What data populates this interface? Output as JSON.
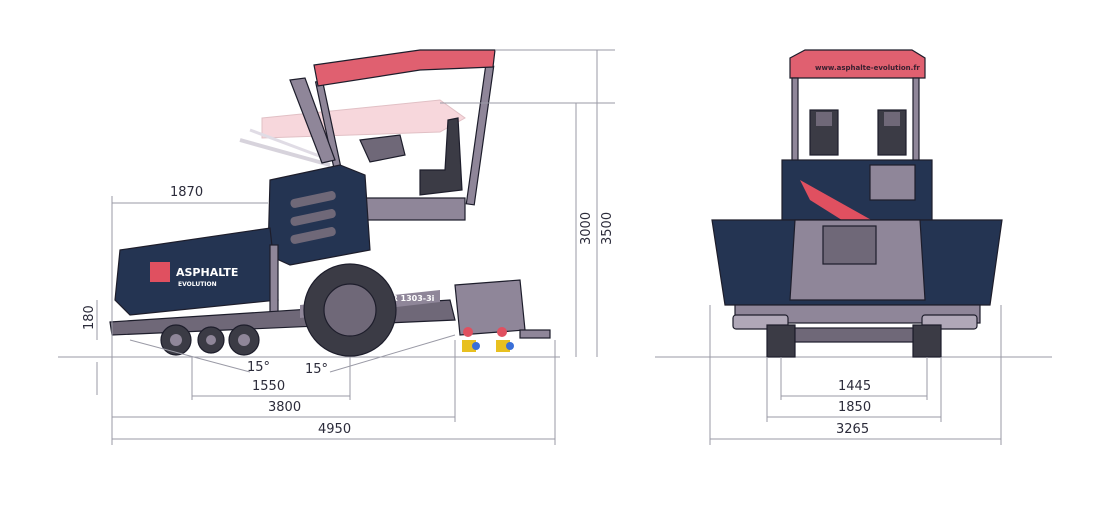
{
  "colors": {
    "body_navy": "#243452",
    "frame_grey": "#6f6878",
    "frame_light": "#8f8699",
    "roof_red": "#e06070",
    "roof_ghost": "#f2b8c0",
    "tyre": "#3b3b45",
    "accent_red": "#e05060",
    "accent_yellow": "#e8c020",
    "accent_blue": "#3a6fd8",
    "dim_line": "#9a9aa6",
    "text": "#2b2b3a"
  },
  "side_view": {
    "model_label": "SUPER 1303-3i",
    "brand_text": "ASPHALTE",
    "brand_subtext": "EVOLUTION",
    "brand_badge_icon": "w-logo-icon",
    "dimensions": {
      "hopper_length": "1870",
      "ground_clearance": "180",
      "approach_angle": "15°",
      "departure_angle": "15°",
      "wheelbase": "1550",
      "length_without_screed": "3800",
      "overall_length": "4950",
      "height_roof_folded": "3000",
      "height_roof_up": "3500"
    }
  },
  "front_view": {
    "roof_text": "www.asphalte-evolution.fr",
    "dimensions": {
      "track_width": "1445",
      "base_width": "1850",
      "overall_width": "3265"
    }
  }
}
